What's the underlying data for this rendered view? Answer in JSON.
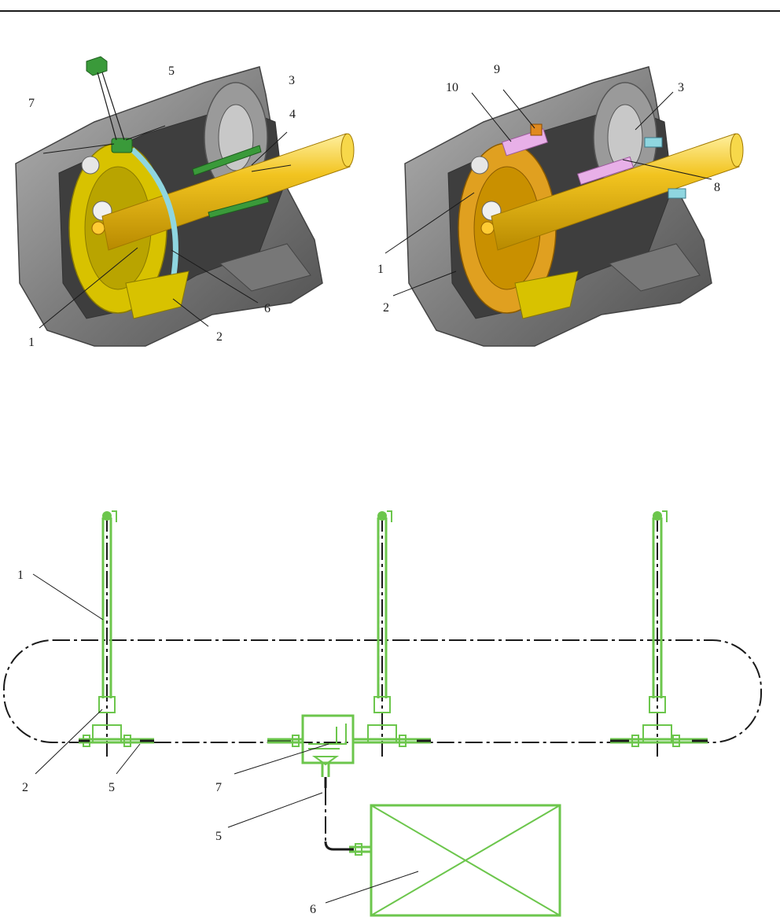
{
  "figure_a": {
    "callouts": [
      "5",
      "3",
      "7",
      "4",
      "6",
      "1",
      "2"
    ]
  },
  "figure_b": {
    "callouts": [
      "9",
      "10",
      "3",
      "8",
      "1",
      "2"
    ]
  },
  "figure_c": {
    "callouts": [
      "1",
      "2",
      "5",
      "7",
      "5",
      "6"
    ]
  },
  "colors": {
    "housing": "#8a8a8a",
    "shaft": "#f0c020",
    "flange": "#d8c200",
    "sensor": "#3a9a3a",
    "ring": "#8fd6e0",
    "pad": "#e8b0e8",
    "piping": "#6cc64c",
    "axis": "#1a1a1a"
  }
}
